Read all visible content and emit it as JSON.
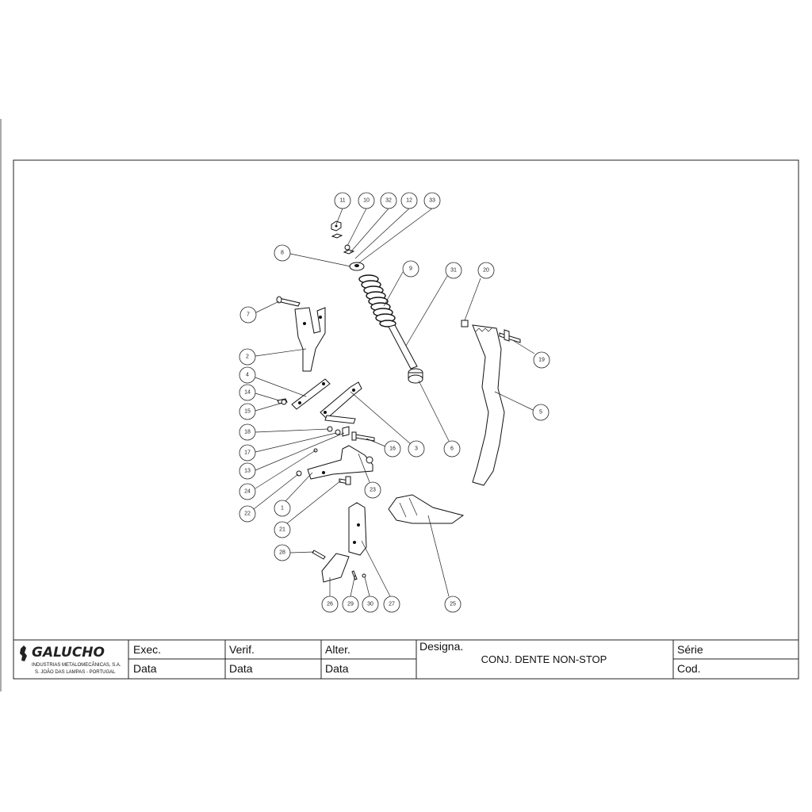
{
  "title_block": {
    "company": {
      "name": "GALUCHO",
      "line1": "INDUSTRIAS METALOMECÂNICAS, S.A.",
      "line2": "S. JOÃO DAS LAMPAS - PORTUGAL"
    },
    "fields": {
      "exec": "Exec.",
      "verif": "Verif.",
      "alter": "Alter.",
      "data1": "Data",
      "data2": "Data",
      "data3": "Data",
      "designa": "Designa.",
      "serie": "Série",
      "cod": "Cod."
    },
    "designation": "CONJ. DENTE NON-STOP"
  },
  "callouts": [
    "11",
    "10",
    "32",
    "12",
    "33",
    "8",
    "9",
    "31",
    "20",
    "7",
    "19",
    "2",
    "4",
    "5",
    "14",
    "15",
    "3",
    "18",
    "16",
    "6",
    "17",
    "13",
    "24",
    "23",
    "22",
    "1",
    "21",
    "25",
    "26",
    "28",
    "29",
    "30",
    "27"
  ]
}
